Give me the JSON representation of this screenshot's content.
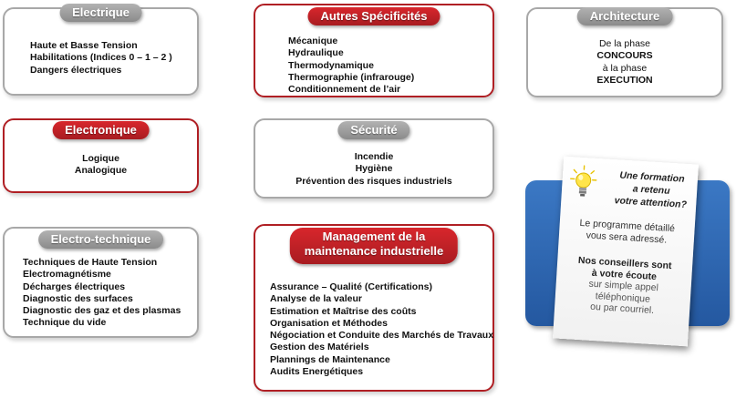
{
  "boxes": {
    "electrique": {
      "title": "Electrique",
      "items": [
        "Haute  et  Basse Tension",
        "Habilitations  (Indices 0 – 1 – 2 )",
        "Dangers électriques"
      ]
    },
    "autres": {
      "title": "Autres Spécificités",
      "items": [
        "Mécanique",
        "Hydraulique",
        "Thermodynamique",
        "Thermographie (infrarouge)",
        "Conditionnement de l’air"
      ]
    },
    "architecture": {
      "title": "Architecture",
      "lines": [
        "De la phase",
        "CONCOURS",
        "à la phase",
        "EXECUTION"
      ]
    },
    "electronique": {
      "title": "Electronique",
      "items": [
        "Logique",
        "Analogique"
      ]
    },
    "securite": {
      "title": "Sécurité",
      "items": [
        "Incendie",
        "Hygiène",
        "Prévention des risques industriels"
      ]
    },
    "electrotech": {
      "title": "Electro-technique",
      "items": [
        "Techniques de Haute Tension",
        "Electromagnétisme",
        "Décharges électriques",
        "Diagnostic des surfaces",
        "Diagnostic des gaz et des plasmas",
        "Technique du vide"
      ]
    },
    "management": {
      "title_line1": "Management de la",
      "title_line2": "maintenance industrielle",
      "items": [
        "Assurance – Qualité  (Certifications)",
        "Analyse de la valeur",
        "Estimation et Maîtrise des coûts",
        "Organisation et Méthodes",
        "Négociation et Conduite des Marchés de Travaux",
        "Gestion des Matériels",
        "Plannings de Maintenance",
        "Audits Energétiques"
      ]
    }
  },
  "note": {
    "question": [
      "Une formation",
      "a retenu",
      "votre attention?"
    ],
    "programme": [
      "Le programme détaillé",
      "vous sera adressé."
    ],
    "conseillers": [
      "Nos conseillers sont",
      "à votre écoute"
    ],
    "contact": [
      "sur simple appel",
      "téléphonique",
      "ou par courriel."
    ]
  },
  "colors": {
    "accent_red": "#b01f24",
    "grey_pill": "#9a9a9a",
    "blue_card": "#2f6bb8"
  },
  "icons": [
    "lightbulb-icon"
  ]
}
